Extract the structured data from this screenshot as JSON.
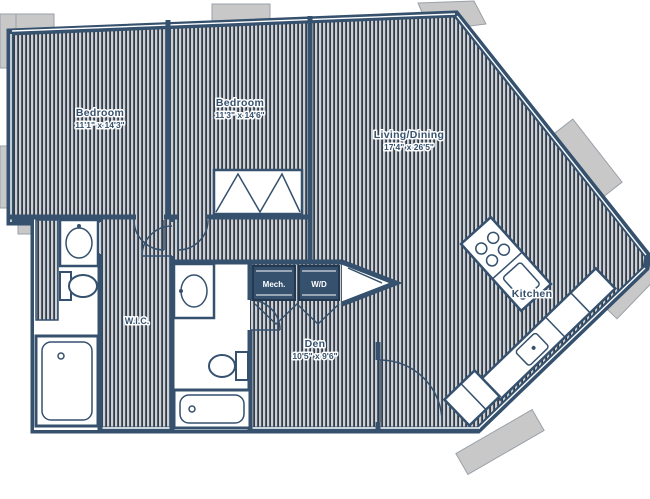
{
  "plan": {
    "type": "apartment-floor-plan",
    "colors": {
      "wall": "#35516e",
      "hatch_line": "#333e4b",
      "hatch_bg": "#ccd0d4",
      "floor": "#ffffff",
      "window_bay": "#c8c8c8",
      "label_text": "#35516e"
    },
    "rooms": {
      "bedroom1": {
        "name": "Bedroom",
        "dims": "11'1\" x 14'3\""
      },
      "bedroom2": {
        "name": "Bedroom",
        "dims": "11'3\" x 14'6\""
      },
      "living": {
        "name": "Living/Dining",
        "dims": "17'4\" x 26'5\""
      },
      "den": {
        "name": "Den",
        "dims": "10'5\" x 9'6\""
      },
      "kitchen": {
        "name": "Kitchen"
      },
      "wic": {
        "name": "W.I.C."
      }
    },
    "appliances": {
      "mech": "Mech.",
      "wd": "W/D"
    }
  }
}
